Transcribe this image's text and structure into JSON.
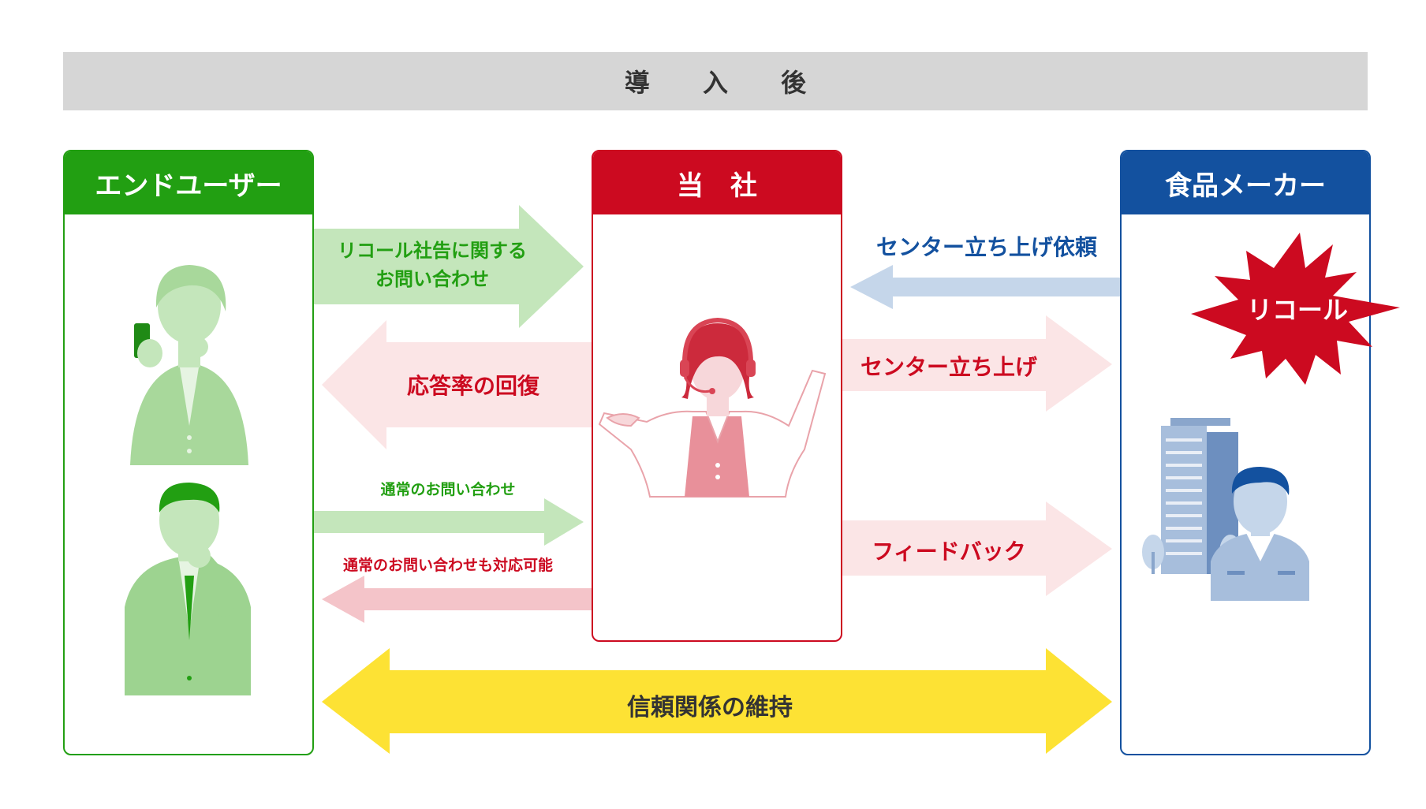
{
  "banner": {
    "title": "導 入 後"
  },
  "boxes": {
    "end_user": {
      "title": "エンドユーザー"
    },
    "company": {
      "title": "当　社"
    },
    "maker": {
      "title": "食品メーカー"
    }
  },
  "arrows": {
    "recall_inquiry": {
      "line1": "リコール社告に関する",
      "line2": "お問い合わせ"
    },
    "response_recovery": {
      "label": "応答率の回復"
    },
    "normal_inquiry": {
      "label": "通常のお問い合わせ"
    },
    "normal_support": {
      "label": "通常のお問い合わせも対応可能"
    },
    "center_request": {
      "label": "センター立ち上げ依頼"
    },
    "center_launch": {
      "label": "センター立ち上げ"
    },
    "feedback": {
      "label": "フィードバック"
    },
    "trust": {
      "label": "信頼関係の維持"
    }
  },
  "burst": {
    "label": "リコール"
  },
  "colors": {
    "green": "#229f12",
    "red": "#cc0a20",
    "blue": "#13519f",
    "yellow": "#fde234",
    "light_green": "#c4e6bb",
    "light_pink": "#fbe5e6",
    "mid_pink": "#f4c4c9",
    "light_blue": "#c5d6ea",
    "banner": "#d6d6d6"
  },
  "icons": [
    "woman-with-phone-icon",
    "thinking-man-icon",
    "operator-headset-icon",
    "office-building-icon",
    "worker-icon",
    "recall-burst-icon"
  ]
}
